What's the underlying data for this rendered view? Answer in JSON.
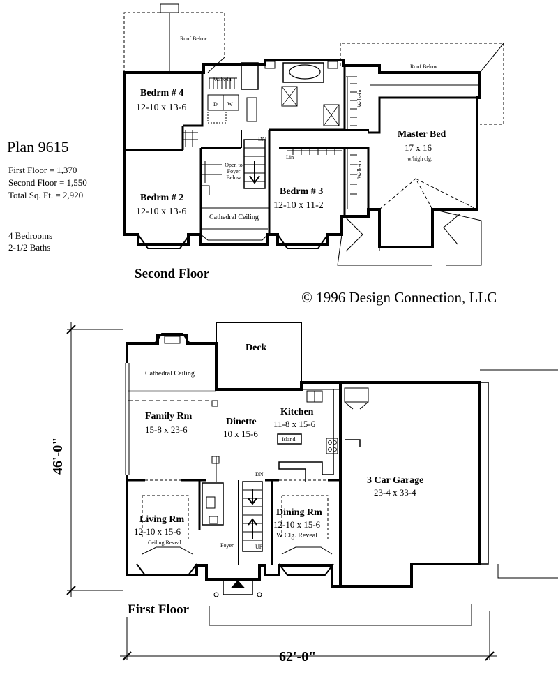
{
  "plan_info": {
    "title": "Plan 9615",
    "first_floor": "First Floor = 1,370",
    "second_floor": "Second Floor = 1,550",
    "total": "Total Sq. Ft. = 2,920",
    "bedrooms": "4 Bedrooms",
    "baths": "2-1/2 Baths"
  },
  "copyright": "©   1996 Design Connection, LLC",
  "second_floor": {
    "label": "Second Floor",
    "roof_left": "Roof Below",
    "roof_right": "Roof Below",
    "walkin_top": "Walk-in",
    "walkin_right1": "Walk-in",
    "walkin_right2": "Walk-in",
    "washer": "W",
    "dryer": "D",
    "dn": "DN",
    "open_foyer": "Open to Foyer Below",
    "lin": "Lin",
    "cathedral": "Cathedral Ceiling",
    "rooms": {
      "bedrm4": {
        "name": "Bedrm # 4",
        "size": "12-10 x 13-6"
      },
      "bedrm2": {
        "name": "Bedrm # 2",
        "size": "12-10 x 13-6"
      },
      "bedrm3": {
        "name": "Bedrm # 3",
        "size": "12-10 x 11-2"
      },
      "master": {
        "name": "Master Bed",
        "size": "17 x 16",
        "note": "w/high clg."
      }
    }
  },
  "first_floor": {
    "label": "First Floor",
    "deck": "Deck",
    "cathedral": "Cathedral Ceiling",
    "island": "Island",
    "dn": "DN",
    "up": "UP",
    "foyer": "Foyer",
    "rooms": {
      "family": {
        "name": "Family Rm",
        "size": "15-8 x 23-6"
      },
      "dinette": {
        "name": "Dinette",
        "size": "10 x 15-6"
      },
      "kitchen": {
        "name": "Kitchen",
        "size": "11-8 x 15-6"
      },
      "garage": {
        "name": "3 Car Garage",
        "size": "23-4 x 33-4"
      },
      "living": {
        "name": "Living Rm",
        "size": "12-10 x 15-6",
        "note": "Ceiling Reveal"
      },
      "dining": {
        "name": "Dining Rm",
        "size": "12-10 x 15-6",
        "note": "W Clg. Reveal"
      }
    }
  },
  "dimensions": {
    "depth": "46'-0\"",
    "width": "62'-0\""
  }
}
